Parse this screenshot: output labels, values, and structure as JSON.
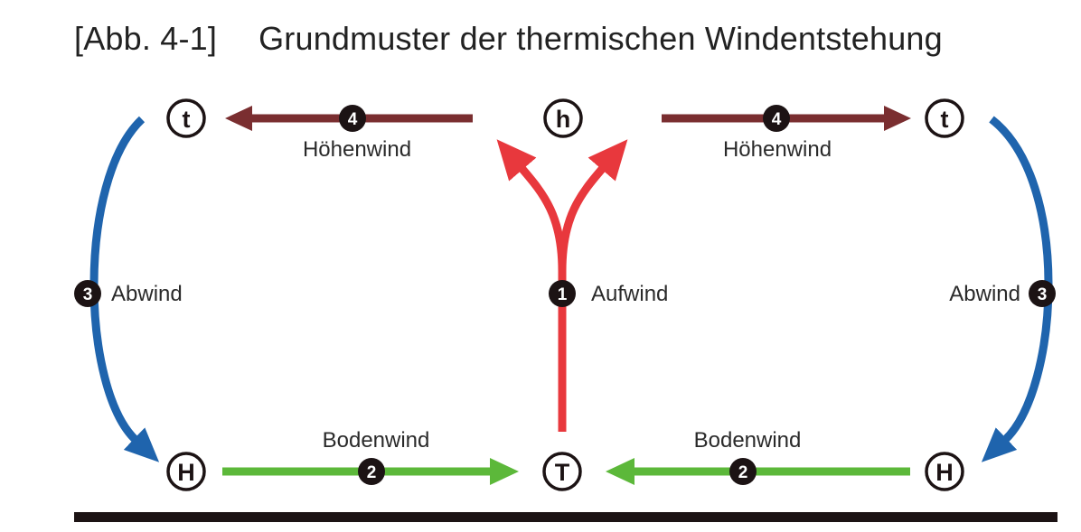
{
  "title": {
    "number": "[Abb. 4-1]",
    "text": "Grundmuster der thermischen Windentstehung"
  },
  "nodes": {
    "t_left": "t",
    "h_center": "h",
    "t_right": "t",
    "H_left": "H",
    "T_center": "T",
    "H_right": "H"
  },
  "labels": {
    "hoehenwind_left": "Höhenwind",
    "hoehenwind_right": "Höhenwind",
    "abwind_left": "Abwind",
    "abwind_right": "Abwind",
    "aufwind": "Aufwind",
    "bodenwind_left": "Bodenwind",
    "bodenwind_right": "Bodenwind"
  },
  "badges": {
    "aufwind": "1",
    "bodenwind_left": "2",
    "bodenwind_right": "2",
    "abwind_left": "3",
    "abwind_right": "3",
    "hoehenwind_left": "4",
    "hoehenwind_right": "4"
  },
  "colors": {
    "aufwind": "#e8383d",
    "bodenwind": "#5cb83a",
    "abwind": "#1f64ad",
    "hoehenwind": "#7a2e30",
    "dark": "#1c1314"
  }
}
